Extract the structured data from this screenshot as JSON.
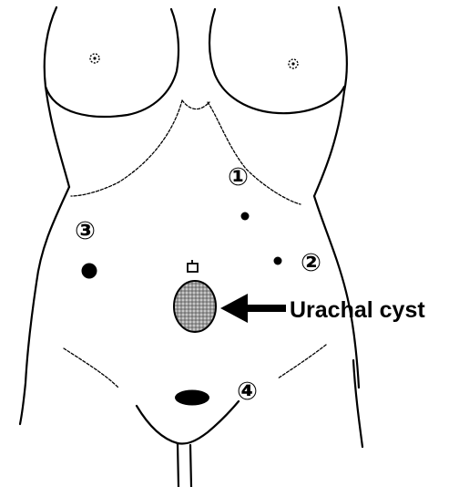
{
  "ports": [
    {
      "id": "1",
      "label": "①"
    },
    {
      "id": "2",
      "label": "②"
    },
    {
      "id": "3",
      "label": "③"
    },
    {
      "id": "4",
      "label": "④"
    }
  ],
  "annotation": {
    "label": "Urachal cyst"
  },
  "colors": {
    "ink": "#000000",
    "cyst_fill": "#8a8a8a",
    "background": "#ffffff"
  }
}
